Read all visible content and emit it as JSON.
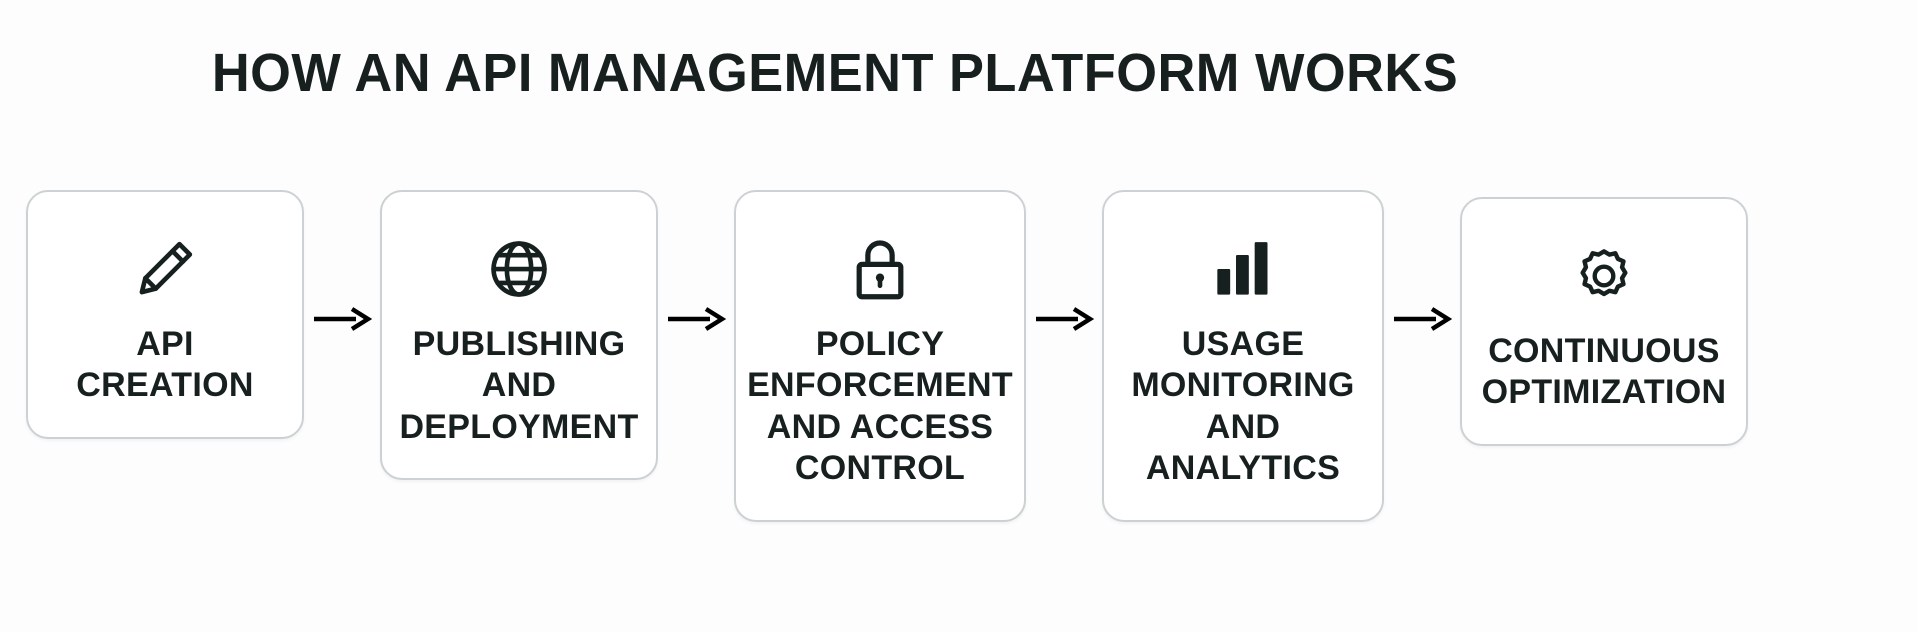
{
  "page": {
    "title": "HOW AN API MANAGEMENT PLATFORM WORKS",
    "background_color": "#fdfdfd",
    "text_color": "#17201f",
    "card_border_color": "#ccd2d4",
    "card_fill_color": "#ffffff",
    "arrow_color": "#000000"
  },
  "diagram_data": {
    "type": "flow",
    "orientation": "horizontal",
    "step_count": 5,
    "connector": "arrow-right",
    "steps": [
      {
        "index": 1,
        "label": "API\nCREATION",
        "icon": "pencil-icon"
      },
      {
        "index": 2,
        "label": "PUBLISHING\nAND\nDEPLOYMENT",
        "icon": "globe-icon"
      },
      {
        "index": 3,
        "label": "POLICY\nENFORCEMENT\nAND ACCESS\nCONTROL",
        "icon": "lock-icon"
      },
      {
        "index": 4,
        "label": "USAGE\nMONITORING\nAND ANALYTICS",
        "icon": "bar-chart-icon"
      },
      {
        "index": 5,
        "label": "CONTINUOUS\nOPTIMIZATION",
        "icon": "gear-icon"
      }
    ],
    "connectors": [
      {
        "from": 1,
        "to": 2,
        "glyph": "→"
      },
      {
        "from": 2,
        "to": 3,
        "glyph": "→"
      },
      {
        "from": 3,
        "to": 4,
        "glyph": "→"
      },
      {
        "from": 4,
        "to": 5,
        "glyph": "→"
      }
    ]
  }
}
